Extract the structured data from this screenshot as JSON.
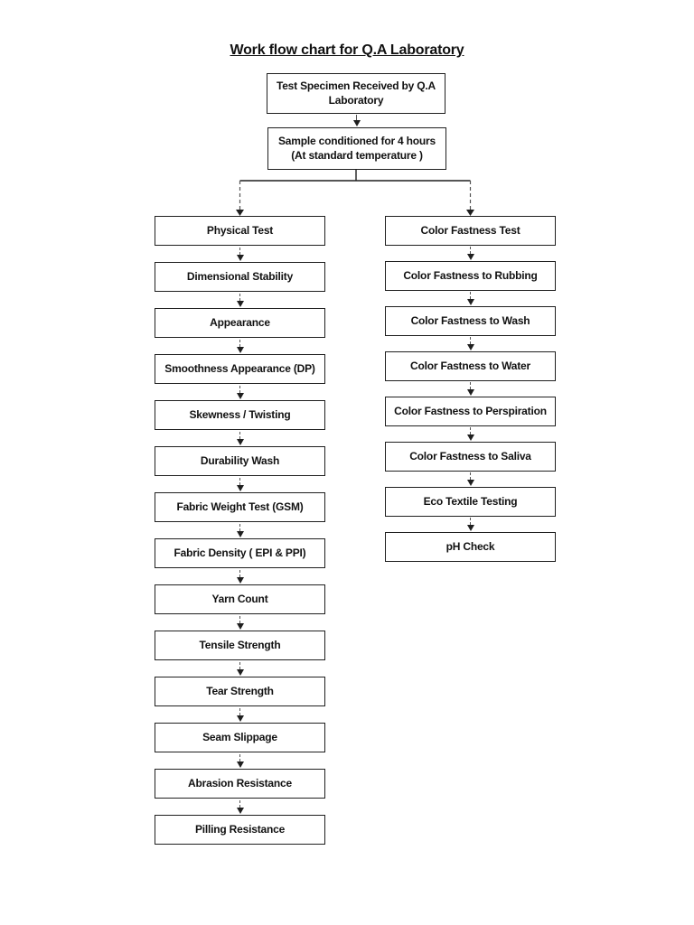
{
  "page": {
    "title": "Work flow chart for Q.A Laboratory",
    "background_color": "#ffffff",
    "line_color": "#1f1f1f",
    "text_color": "#111111"
  },
  "flowchart": {
    "start": {
      "lines": [
        "Test Specimen Received by Q.A",
        "Laboratory"
      ]
    },
    "conditioning": {
      "lines": [
        "Sample conditioned for 4 hours",
        "(At standard temperature )"
      ]
    },
    "left_branch": [
      "Physical Test",
      "Dimensional Stability",
      "Appearance",
      "Smoothness Appearance (DP)",
      "Skewness / Twisting",
      "Durability Wash",
      "Fabric Weight Test (GSM)",
      "Fabric Density ( EPI & PPI)",
      "Yarn Count",
      "Tensile Strength",
      "Tear Strength",
      "Seam Slippage",
      "Abrasion Resistance",
      "Pilling Resistance"
    ],
    "right_branch": [
      "Color Fastness Test",
      "Color Fastness to Rubbing",
      "Color Fastness to Wash",
      "Color Fastness to Water",
      "Color Fastness to Perspiration",
      "Color Fastness to Saliva",
      "Eco Textile Testing",
      "pH Check"
    ]
  }
}
